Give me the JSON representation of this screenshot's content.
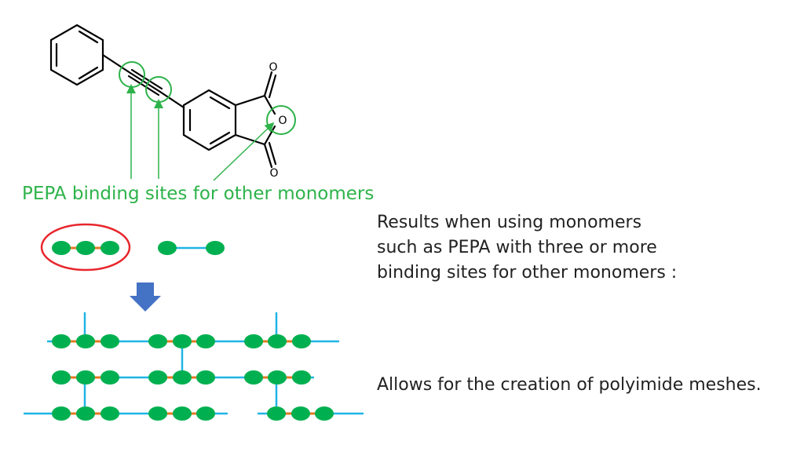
{
  "molecule": {
    "atom_labels": [
      "O",
      "O",
      "O"
    ]
  },
  "binding_label": "PEPA binding sites for other monomers",
  "results_text": [
    "Results when using monomers",
    "such as PEPA with three or more",
    "binding sites for other monomers :"
  ],
  "conclusion_text": "Allows for the creation of polyimide meshes.",
  "colors": {
    "green_text": "#2db34a",
    "green_node": "#00b050",
    "blue_line": "#1fb4e6",
    "orange_bond": "#e07b24",
    "red_ellipse": "#e8262c",
    "arrow_blue": "#4472c4",
    "black": "#000000"
  }
}
